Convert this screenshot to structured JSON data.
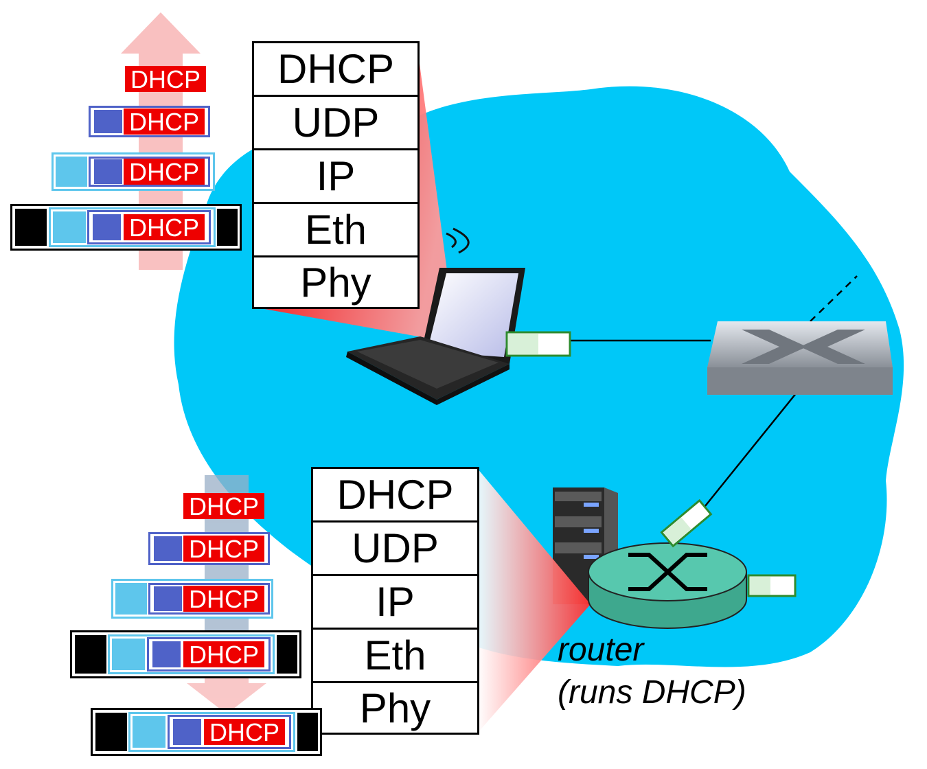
{
  "colors": {
    "network_blob": "#00c8f8",
    "dhcp_label": "#ee0000",
    "ip_header": "#4f62c8",
    "eth_header": "#5ec6ec",
    "phy_header": "#000000",
    "arrow": "#f8b6b6",
    "router": "#57c8ae",
    "link_stub": "#2e8b2e"
  },
  "top_stack": {
    "layers": [
      "DHCP",
      "UDP",
      "IP",
      "Eth",
      "Phy"
    ]
  },
  "bottom_stack": {
    "layers": [
      "DHCP",
      "UDP",
      "IP",
      "Eth",
      "Phy"
    ]
  },
  "packet_label": "DHCP",
  "router": {
    "label_line1": "router",
    "label_line2": "(runs DHCP)"
  },
  "icons": [
    "laptop-icon",
    "switch-icon",
    "router-icon",
    "server-icon",
    "wireless-signal-icon"
  ]
}
